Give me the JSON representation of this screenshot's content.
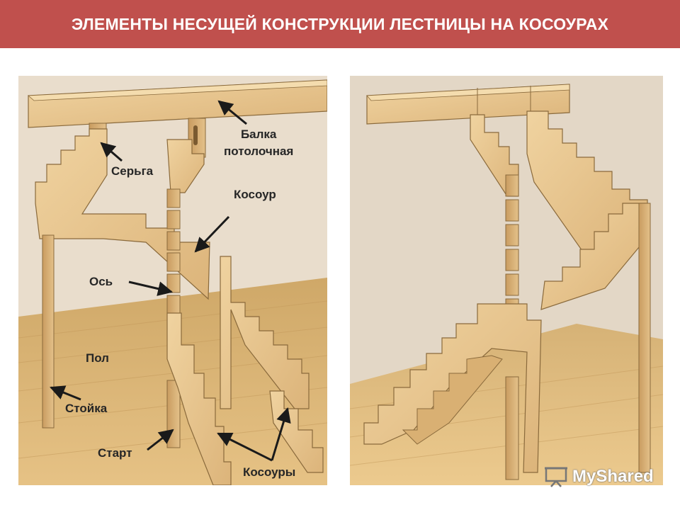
{
  "header": {
    "title": "ЭЛЕМЕНТЫ НЕСУЩЕЙ КОНСТРУКЦИИ ЛЕСТНИЦЫ НА КОСОУРАХ",
    "background": "#c0504d"
  },
  "labels": {
    "ceiling_beam_1": "Балка",
    "ceiling_beam_2": "потолочная",
    "earring": "Серьга",
    "stringer": "Косоур",
    "axis": "Ось",
    "floor": "Пол",
    "post": "Стойка",
    "start": "Старт",
    "stringers": "Косоуры"
  },
  "watermark": {
    "text": "MyShared",
    "icon": "projector-screen-icon"
  },
  "colors": {
    "wall": "#e6d9c8",
    "floor": "#ddb878",
    "wood": "#e8c48c",
    "wood_edge": "#8a6a3c",
    "arrow": "#1a1a1a"
  }
}
